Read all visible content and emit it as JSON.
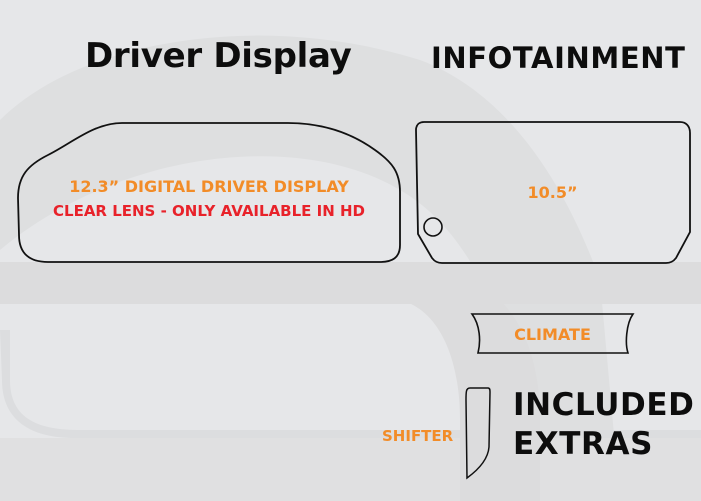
{
  "colors": {
    "background": "#e6e7e9",
    "watermark": "#dcdcdd",
    "outline": "#111111",
    "heading": "#0d0d0d",
    "accent_orange": "#f28c28",
    "alert_red": "#e8222a"
  },
  "sections": {
    "driver_display": {
      "heading": "Driver Display",
      "size_label": "12.3” DIGITAL DRIVER DISPLAY",
      "note": "CLEAR LENS - ONLY AVAILABLE IN HD"
    },
    "infotainment": {
      "heading": "INFOTAINMENT",
      "size_label": "10.5”"
    },
    "extras": {
      "heading_line1": "INCLUDED",
      "heading_line2": "EXTRAS",
      "climate_label": "CLIMATE",
      "shifter_label": "SHIFTER"
    }
  }
}
